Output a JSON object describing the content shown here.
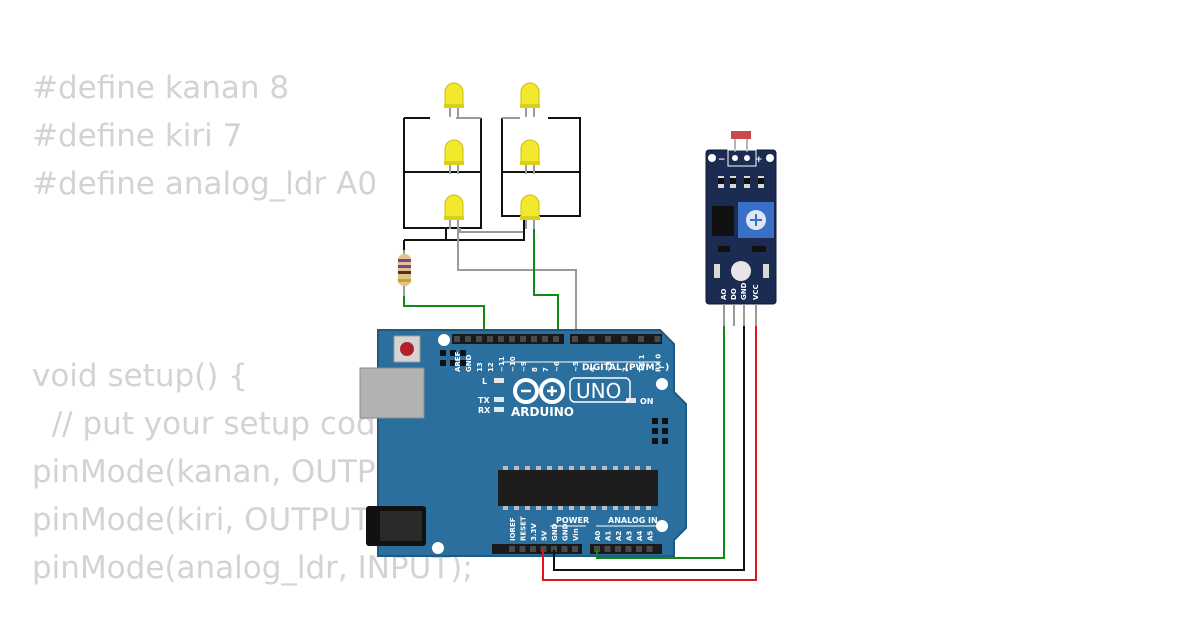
{
  "code_lines": [
    "#define kanan 8",
    "#define kiri 7",
    "#define analog_ldr A0",
    "",
    "",
    "",
    "void setup() {",
    "  // put your setup code",
    "pinMode(kanan, OUTPUT",
    "pinMode(kiri, OUTPUT",
    "pinMode(analog_ldr, INPUT);"
  ],
  "arduino": {
    "brand": "ARDUINO",
    "model": "UNO",
    "digital_label": "DIGITAL (PWM ~)",
    "power_label": "POWER",
    "analog_label": "ANALOG IN",
    "on_label": "ON",
    "l_label": "L",
    "tx_label": "TX",
    "rx_label": "RX",
    "digital_pins": [
      "AREF",
      "GND",
      "13",
      "12",
      "~11",
      "~10",
      "~9",
      "8",
      "7",
      "~6",
      "~5",
      "4",
      "~3",
      "2",
      "TX 1",
      "RX 0"
    ],
    "power_pins": [
      "IOREF",
      "RESET",
      "3.3V",
      "5V",
      "GND",
      "GND",
      "Vin"
    ],
    "analog_pins": [
      "A0",
      "A1",
      "A2",
      "A3",
      "A4",
      "A5"
    ]
  },
  "ldr_module": {
    "minus_label": "−",
    "plus_label": "+",
    "pin_labels": [
      "AO",
      "DO",
      "GND",
      "VCC"
    ]
  },
  "colors": {
    "board": "#2b6f9e",
    "board_edge": "#1f5a83",
    "led": "#f3e92c",
    "wire_green": "#108a10",
    "wire_gray": "#9a9a9a",
    "wire_black": "#111111",
    "wire_red": "#e0151b",
    "module_pcb": "#1c2b52",
    "code_text": "#d3d3d3"
  }
}
